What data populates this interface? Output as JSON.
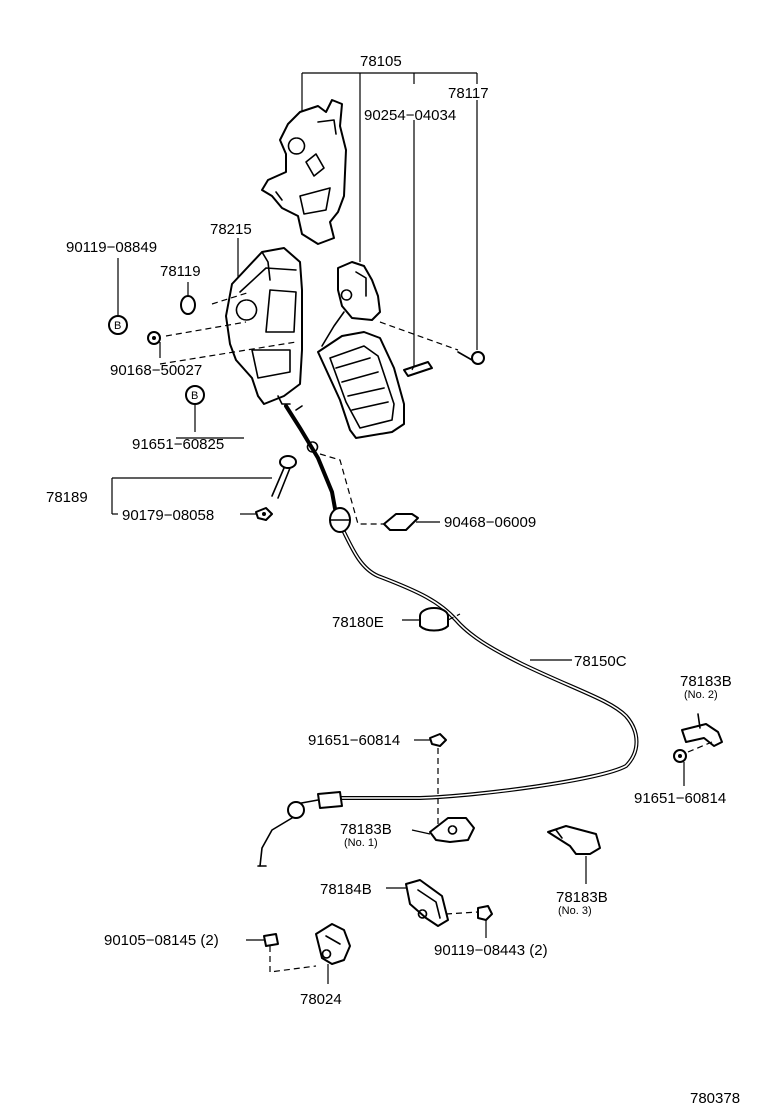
{
  "diagram": {
    "labels": {
      "p78105": "78105",
      "p78117": "78117",
      "p90254": "90254−04034",
      "p78215": "78215",
      "p90119a": "90119−08849",
      "p78119": "78119",
      "p90168": "90168−50027",
      "p91651a": "91651−60825",
      "p78189": "78189",
      "p90179": "90179−08058",
      "p90468": "90468−06009",
      "p78180": "78180E",
      "p78150": "78150C",
      "p78183b2": "78183B",
      "p78183b2_sub": "(No. 2)",
      "p91651b": "91651−60814",
      "p91651c": "91651−60814",
      "p78183b1": "78183B",
      "p78183b1_sub": "(No. 1)",
      "p78183b3": "78183B",
      "p78183b3_sub": "(No. 3)",
      "p78184": "78184B",
      "p90105": "90105−08145 (2)",
      "p90119b": "90119−08443 (2)",
      "p78024": "78024",
      "fig": "780378"
    },
    "markers": {
      "b": "B"
    }
  }
}
